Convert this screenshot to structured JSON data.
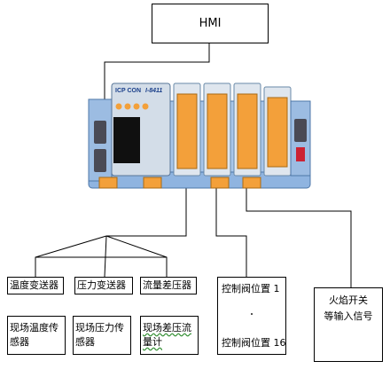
{
  "hmi": {
    "label": "HMI"
  },
  "plc": {
    "brand": "ICP CON",
    "model": "I-8411",
    "colors": {
      "rack": "#8fb4e0",
      "module": "#f3a03a",
      "cpu_screen": "#101010",
      "power_red": "#cc2233",
      "card": "#dfe6ee"
    }
  },
  "sensors": [
    {
      "label": "温度变送器",
      "field": "现场温度传感器"
    },
    {
      "label": "压力变送器",
      "field": "现场压力传感器"
    },
    {
      "label": "流量差压器",
      "field": "现场差压流量计"
    }
  ],
  "valves": {
    "first": "控制阀位置 1",
    "last": "控制阀位置 16"
  },
  "flame": {
    "line1": "火焰开关",
    "line2": "等输入信号"
  }
}
